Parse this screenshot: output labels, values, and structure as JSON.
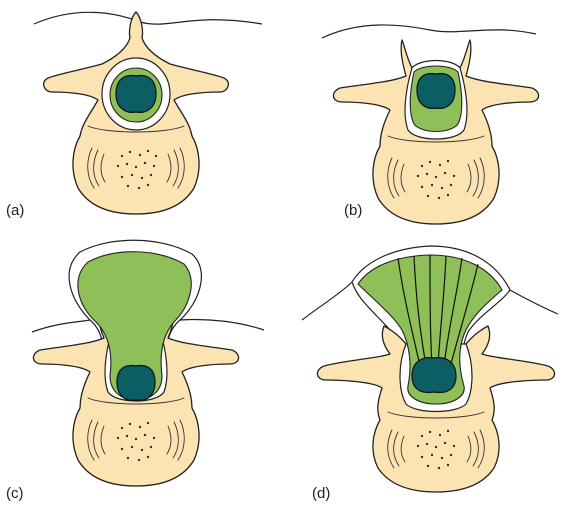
{
  "labels": {
    "a": "(a)",
    "b": "(b)",
    "c": "(c)",
    "d": "(d)"
  },
  "colors": {
    "bone": "#fbe3b2",
    "csf_meninges": "#8fbf58",
    "spinal_cord": "#0b5e63",
    "outline": "#222222"
  }
}
